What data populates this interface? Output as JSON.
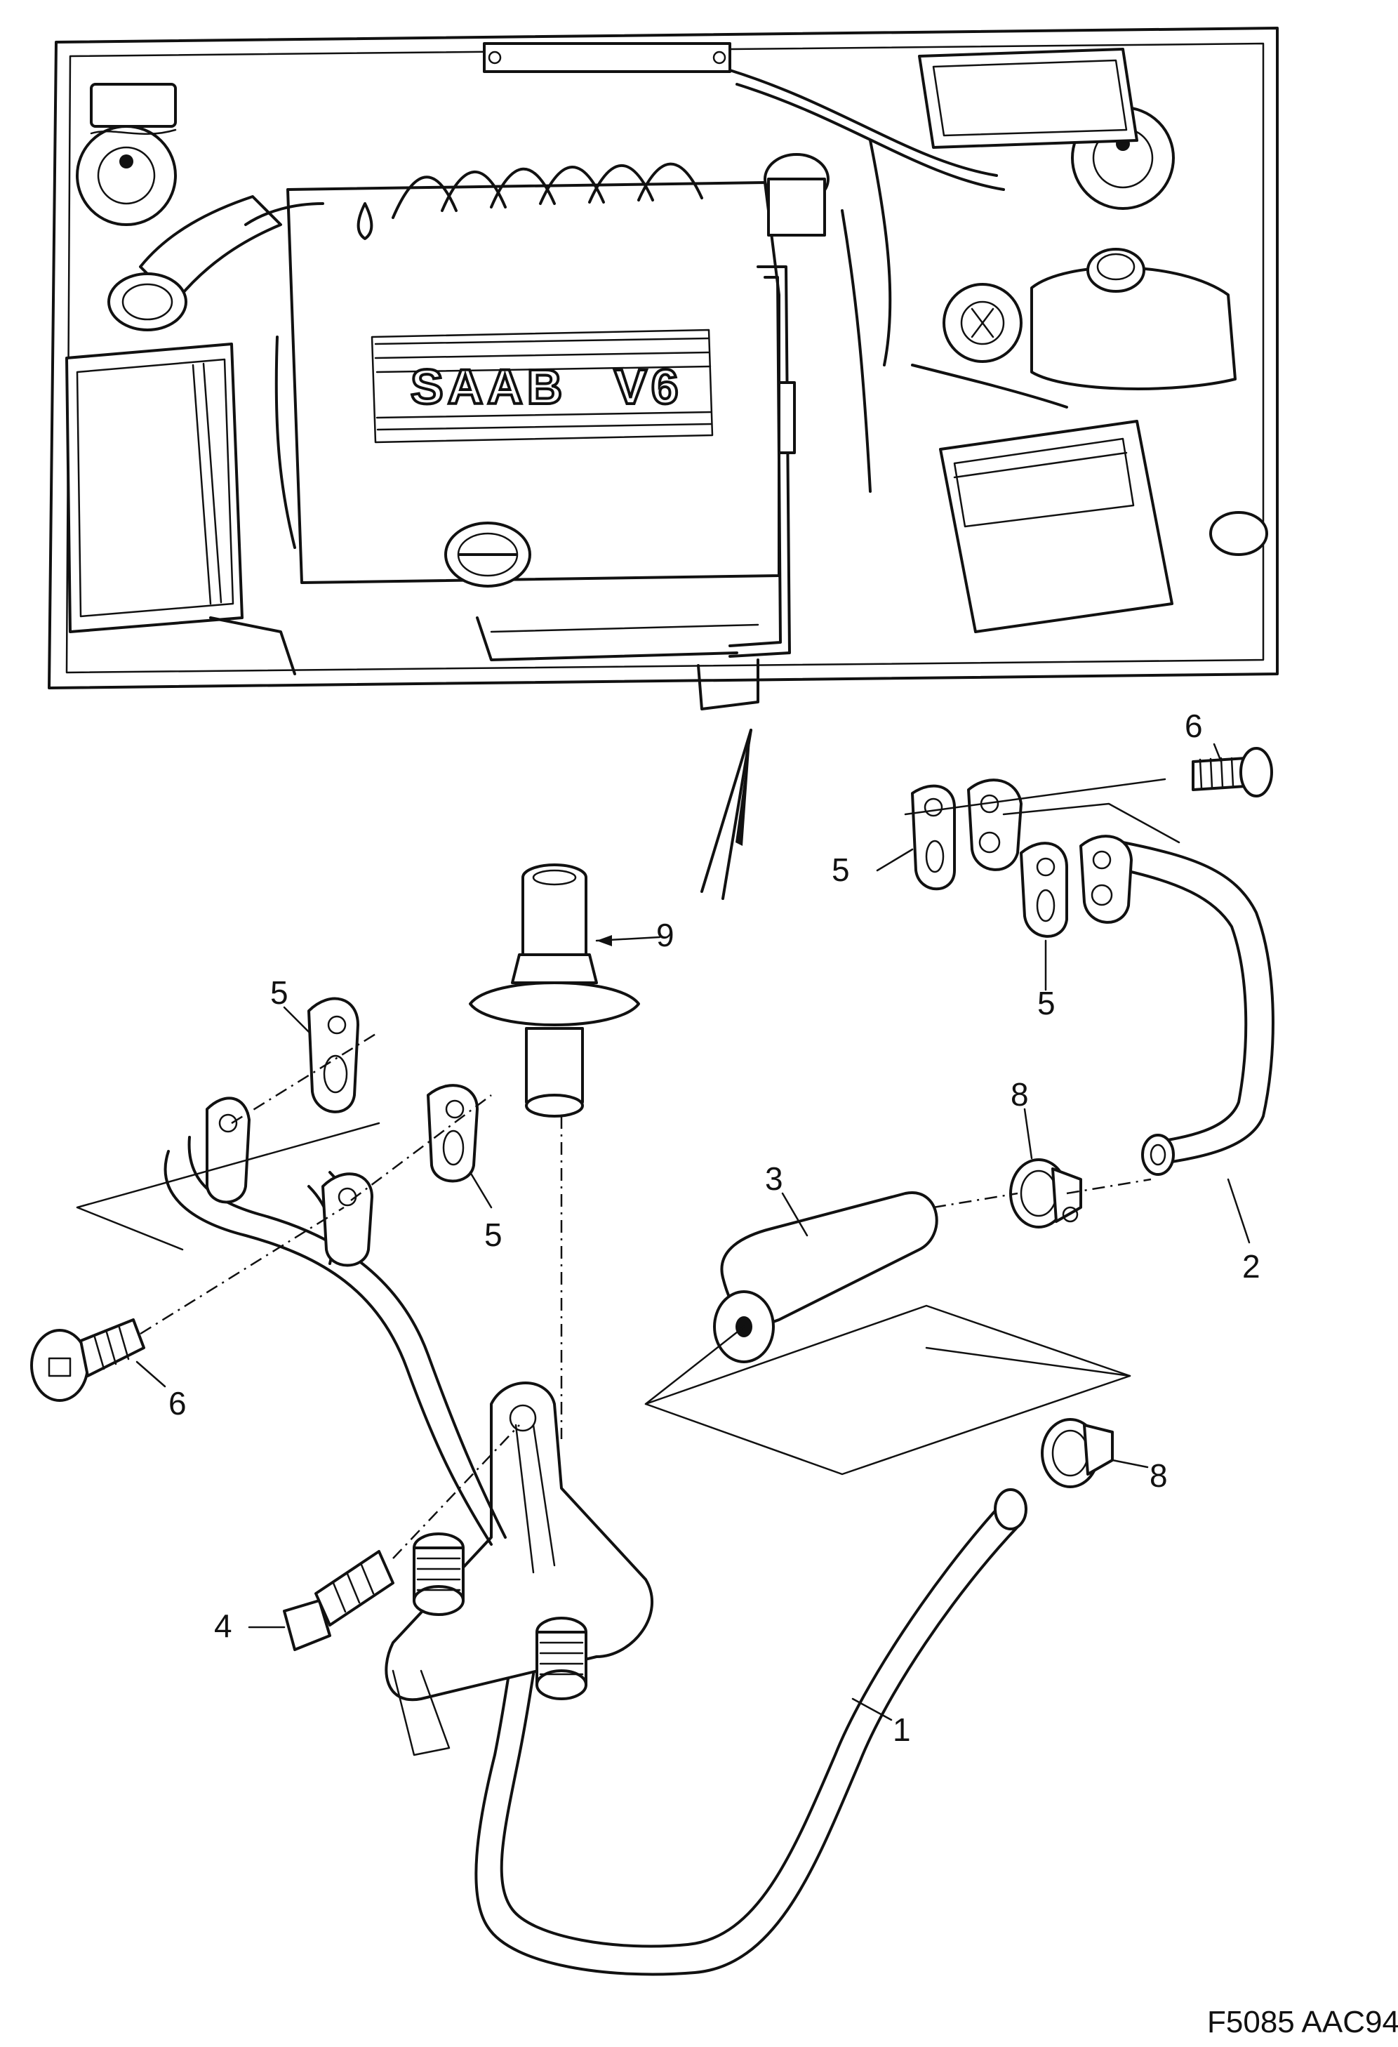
{
  "engine_cover": {
    "brand_text": "SAAB",
    "model_text": "V6"
  },
  "callouts": [
    {
      "id": "c9",
      "label": "9"
    },
    {
      "id": "c6a",
      "label": "6"
    },
    {
      "id": "c5a",
      "label": "5"
    },
    {
      "id": "c5b",
      "label": "5"
    },
    {
      "id": "c5c",
      "label": "5"
    },
    {
      "id": "c5d",
      "label": "5"
    },
    {
      "id": "c8a",
      "label": "8"
    },
    {
      "id": "c3",
      "label": "3"
    },
    {
      "id": "c2",
      "label": "2"
    },
    {
      "id": "c6b",
      "label": "6"
    },
    {
      "id": "c8b",
      "label": "8"
    },
    {
      "id": "c4",
      "label": "4"
    },
    {
      "id": "c1",
      "label": "1"
    }
  ],
  "figure_code": "F5085 AAC94"
}
